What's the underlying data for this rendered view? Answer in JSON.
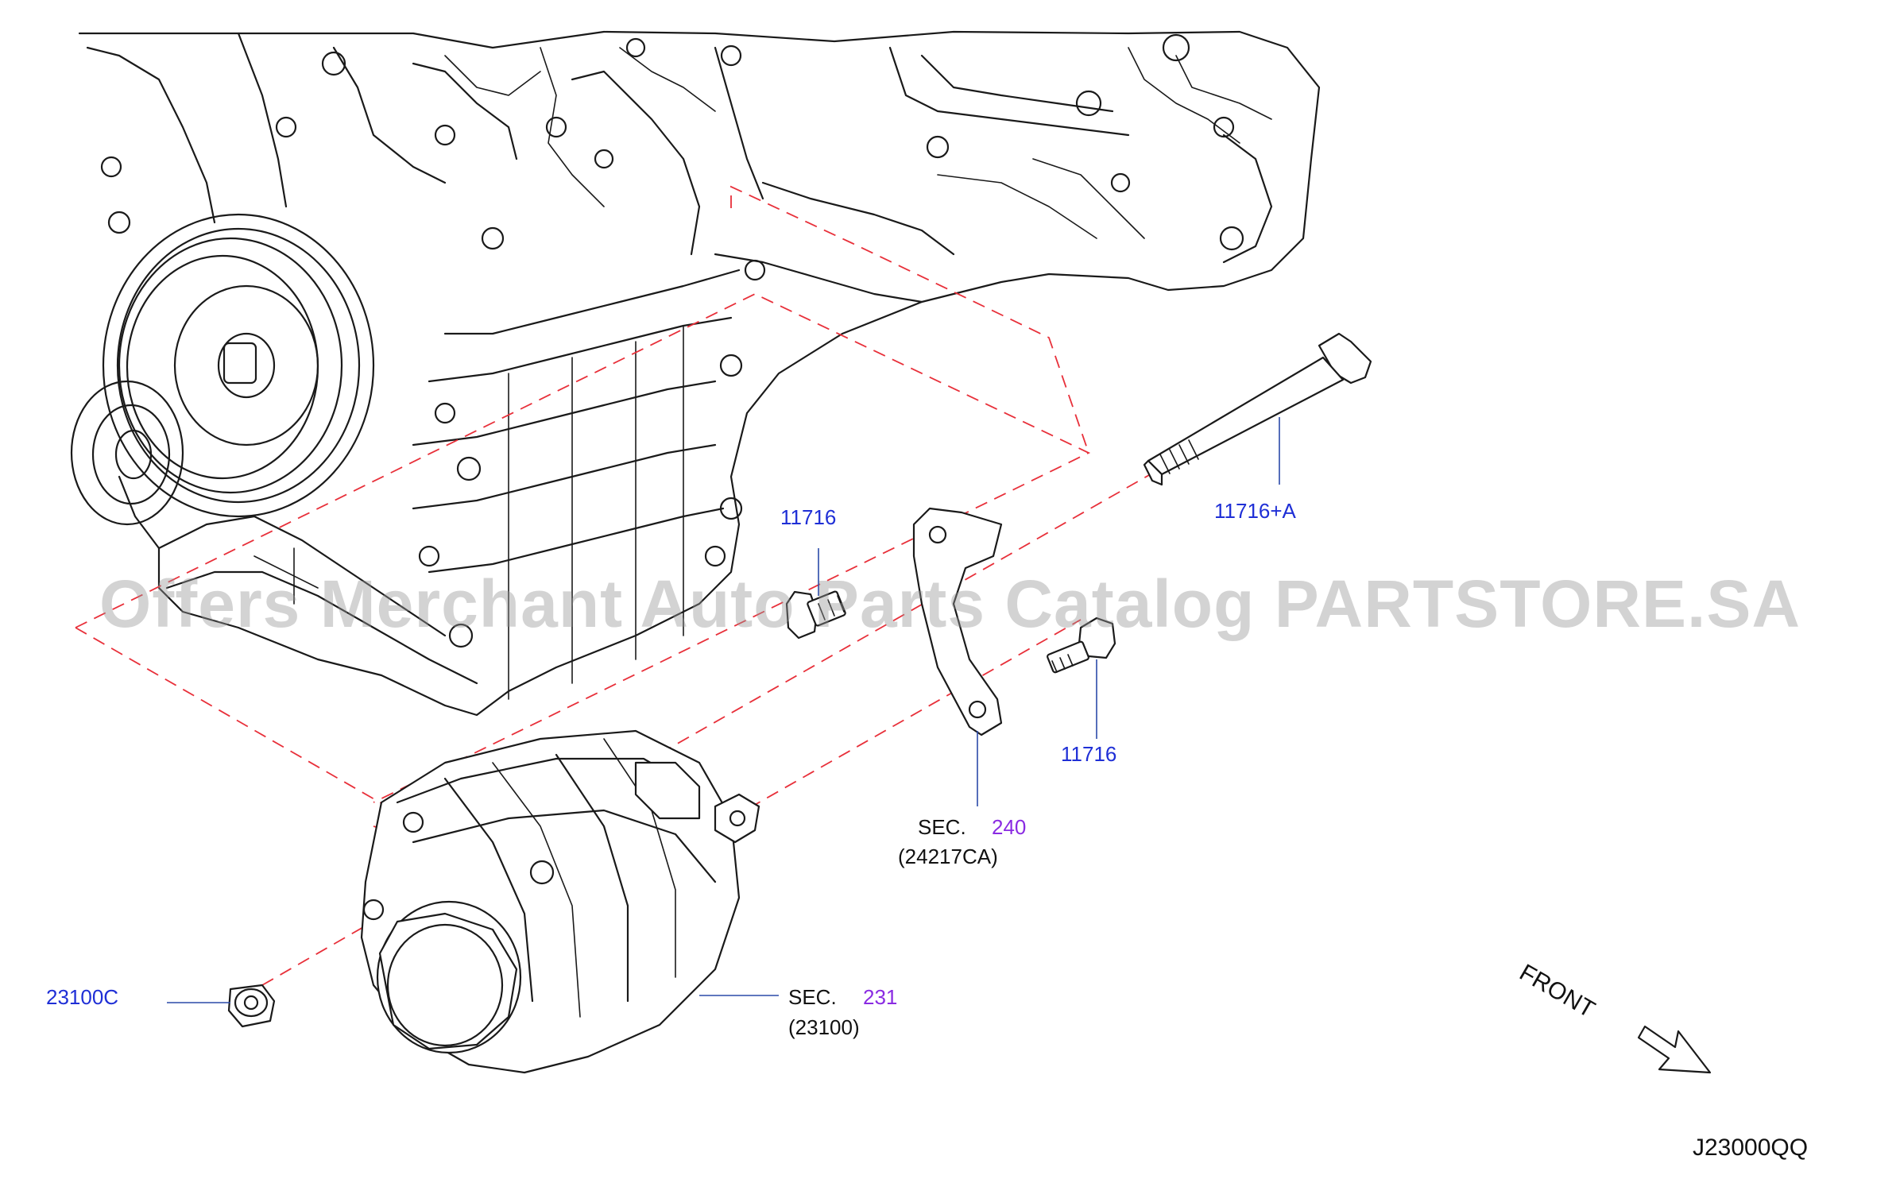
{
  "diagram": {
    "drawing_code": "J23000QQ",
    "front_label": "FRONT",
    "watermark": "Offers Merchant Auto Parts Catalog PARTSTORE.SA",
    "callouts": {
      "bolt_upper": "11716",
      "bolt_lower": "11716",
      "long_bolt": "11716+A",
      "nut": "23100C",
      "bracket_sec_prefix": "SEC.",
      "bracket_sec_number": "240",
      "bracket_part_no": "(24217CA)",
      "alternator_sec_prefix": "SEC.",
      "alternator_sec_number": "231",
      "alternator_part_no": "(23100)"
    },
    "colors": {
      "part_label": "#1f2fd6",
      "section_number": "#8a2be2",
      "dashed_guides": "#e8303a"
    }
  }
}
